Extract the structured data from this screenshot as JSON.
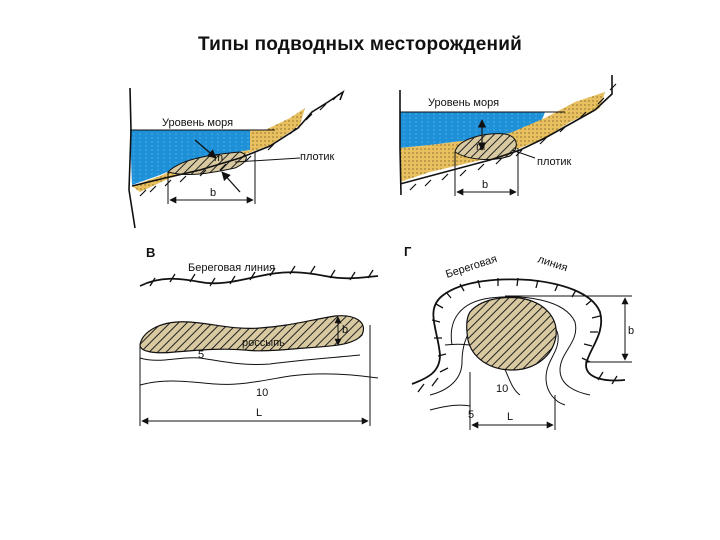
{
  "title": "Типы подводных месторождений",
  "panel_a": {
    "sea_level_label": "Уровень моря",
    "thickness_label": "m",
    "bedrock_label": "плотик",
    "width_label": "b"
  },
  "panel_b": {
    "sea_level_label": "Уровень моря",
    "thickness_label": "m",
    "bedrock_label": "плотик",
    "width_label": "b"
  },
  "panel_v": {
    "letter": "В",
    "shoreline_label": "Береговая линия",
    "placer_label": "россыпь",
    "width_label": "b",
    "contour_5": "5",
    "contour_10": "10",
    "length_label": "L"
  },
  "panel_g": {
    "letter": "Г",
    "shoreline_label_1": "Береговая",
    "shoreline_label_2": "линия",
    "width_label": "b",
    "contour_10": "10",
    "contour_5": "5",
    "length_label": "L"
  },
  "colors": {
    "water": "#1e90d8",
    "sediment": "#e8c060",
    "line": "#111111"
  }
}
